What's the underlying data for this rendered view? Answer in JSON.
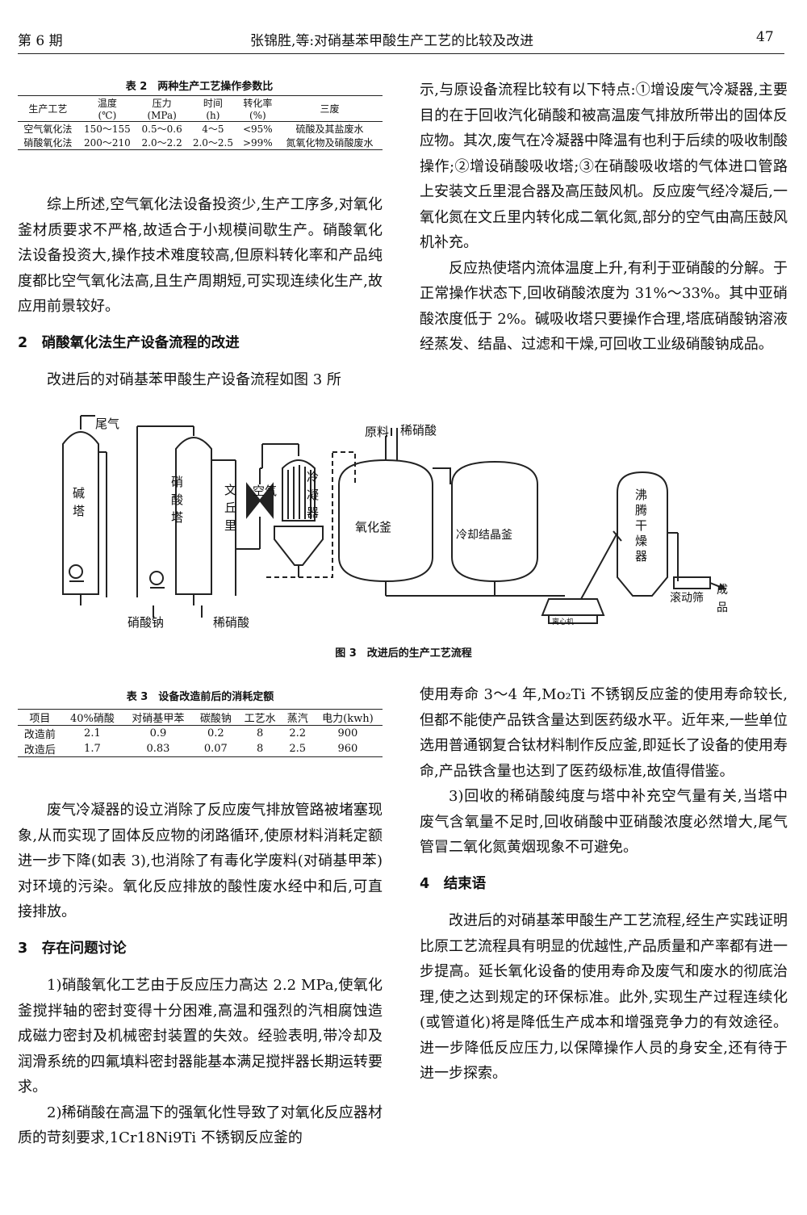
{
  "header": {
    "issue": "第 6 期",
    "title": "张锦胜,等:对硝基苯甲酸生产工艺的比较及改进",
    "page": "47"
  },
  "table2": {
    "caption": "表 2　两种生产工艺操作参数比",
    "headers": [
      "生产工艺",
      "温度",
      "压力",
      "时间",
      "转化率",
      "三废"
    ],
    "units": [
      "(℃)",
      "(MPa)",
      "(h)",
      "(%)"
    ],
    "rows": [
      [
        "空气氧化法",
        "150～155",
        "0.5～0.6",
        "4～5",
        "<95%",
        "硫酸及其盐废水"
      ],
      [
        "硝酸氧化法",
        "200～210",
        "2.0～2.2",
        "2.0～2.5",
        ">99%",
        "氮氧化物及硝酸废水"
      ]
    ]
  },
  "left_col_1": {
    "para1": "综上所述,空气氧化法设备投资少,生产工序多,对氧化釜材质要求不严格,故适合于小规模间歇生产。硝酸氧化法设备投资大,操作技术难度较高,但原料转化率和产品纯度都比空气氧化法高,且生产周期短,可实现连续化生产,故应用前景较好。",
    "sec2_num": "2",
    "sec2_title": "硝酸氧化法生产设备流程的改进",
    "para2": "改进后的对硝基苯甲酸生产设备流程如图 3 所"
  },
  "right_col_1": {
    "para1": "示,与原设备流程比较有以下特点:①增设废气冷凝器,主要目的在于回收汽化硝酸和被高温废气排放所带出的固体反应物。其次,废气在冷凝器中降温有也利于后续的吸收制酸操作;②增设硝酸吸收塔;③在硝酸吸收塔的气体进口管路上安装文丘里混合器及高压鼓风机。反应废气经冷凝后,一氧化氮在文丘里内转化成二氧化氮,部分的空气由高压鼓风机补充。",
    "para2": "反应热使塔内流体温度上升,有利于亚硝酸的分解。于正常操作状态下,回收硝酸浓度为 31%～33%。其中亚硝酸浓度低于 2%。碱吸收塔只要操作合理,塔底硝酸钠溶液经蒸发、结晶、过滤和干燥,可回收工业级硝酸钠成品。"
  },
  "figure3": {
    "caption": "图 3　改进后的生产工艺流程",
    "labels": {
      "tail_gas": "尾气",
      "alkali_tower": [
        "碱",
        "塔"
      ],
      "nitric_tower": [
        "硝",
        "酸",
        "塔"
      ],
      "venturi": [
        "文",
        "丘",
        "里"
      ],
      "air": "空气",
      "condenser": [
        "冷",
        "凝",
        "器"
      ],
      "raw_material": "原料",
      "dilute_nitric_top": "稀硝酸",
      "oxidizer": "氧化釜",
      "crystallizer": "冷却结晶釜",
      "dryer": [
        "沸",
        "腾",
        "干",
        "燥",
        "器"
      ],
      "centrifuge": "离心机",
      "rotary_screen": "滚动筛",
      "product": [
        "成",
        "品"
      ],
      "sodium_nitrate": "硝酸钠",
      "dilute_nitric_bottom": "稀硝酸"
    }
  },
  "table3": {
    "caption": "表 3　设备改造前后的消耗定额",
    "headers": [
      "项目",
      "40%硝酸",
      "对硝基甲苯",
      "碳酸钠",
      "工艺水",
      "蒸汽",
      "电力(kwh)"
    ],
    "rows": [
      [
        "改造前",
        "2.1",
        "0.9",
        "0.2",
        "8",
        "2.2",
        "900"
      ],
      [
        "改造后",
        "1.7",
        "0.83",
        "0.07",
        "8",
        "2.5",
        "960"
      ]
    ]
  },
  "left_col_2": {
    "para1": "废气冷凝器的设立消除了反应废气排放管路被堵塞现象,从而实现了固体反应物的闭路循环,使原材料消耗定额进一步下降(如表 3),也消除了有毒化学废料(对硝基甲苯)对环境的污染。氧化反应排放的酸性废水经中和后,可直接排放。",
    "sec3_num": "3",
    "sec3_title": "存在问题讨论",
    "para2": "1)硝酸氧化工艺由于反应压力高达 2.2 MPa,使氧化釜搅拌轴的密封变得十分困难,高温和强烈的汽相腐蚀造成磁力密封及机械密封装置的失效。经验表明,带冷却及润滑系统的四氟填料密封器能基本满足搅拌器长期运转要求。",
    "para3": "2)稀硝酸在高温下的强氧化性导致了对氧化反应器材质的苛刻要求,1Cr18Ni9Ti 不锈钢反应釜的"
  },
  "right_col_2": {
    "para1": "使用寿命 3～4 年,Mo₂Ti 不锈钢反应釜的使用寿命较长,但都不能使产品铁含量达到医药级水平。近年来,一些单位选用普通钢复合钛材料制作反应釜,即延长了设备的使用寿命,产品铁含量也达到了医药级标准,故值得借鉴。",
    "para2": "3)回收的稀硝酸纯度与塔中补充空气量有关,当塔中废气含氧量不足时,回收硝酸中亚硝酸浓度必然增大,尾气管冒二氧化氮黄烟现象不可避免。",
    "sec4_num": "4",
    "sec4_title": "结束语",
    "para3": "改进后的对硝基苯甲酸生产工艺流程,经生产实践证明比原工艺流程具有明显的优越性,产品质量和产率都有进一步提高。延长氧化设备的使用寿命及废气和废水的彻底治理,使之达到规定的环保标准。此外,实现生产过程连续化(或管道化)将是降低生产成本和增强竞争力的有效途径。进一步降低反应压力,以保障操作人员的身安全,还有待于进一步探索。"
  }
}
